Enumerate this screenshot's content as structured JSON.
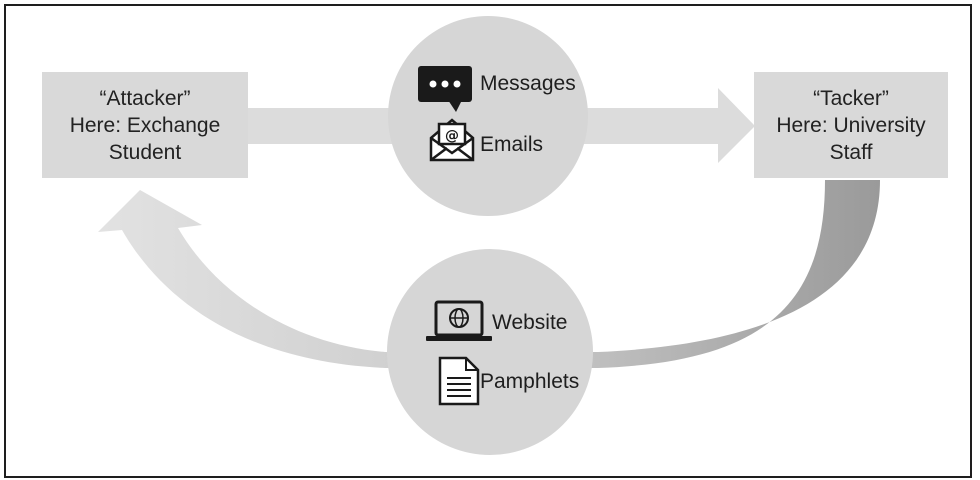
{
  "attacker": {
    "line1": "“Attacker”",
    "line2": "Here: Exchange",
    "line3": "Student"
  },
  "target": {
    "line1": "“Tacker”",
    "line2": "Here: University",
    "line3": "Staff"
  },
  "outbound_channels": [
    {
      "label": "Messages",
      "icon": "chat-bubble-icon"
    },
    {
      "label": "Emails",
      "icon": "email-envelope-icon"
    }
  ],
  "return_channels": [
    {
      "label": "Website",
      "icon": "laptop-globe-icon"
    },
    {
      "label": "Pamphlets",
      "icon": "document-icon"
    }
  ],
  "colors": {
    "box": "#d9d9d9",
    "circle": "#d6d6d6",
    "arrow_light": "#dcdcdc",
    "arrow_dark": "#a8a8a8",
    "icon": "#1a1a1a"
  }
}
